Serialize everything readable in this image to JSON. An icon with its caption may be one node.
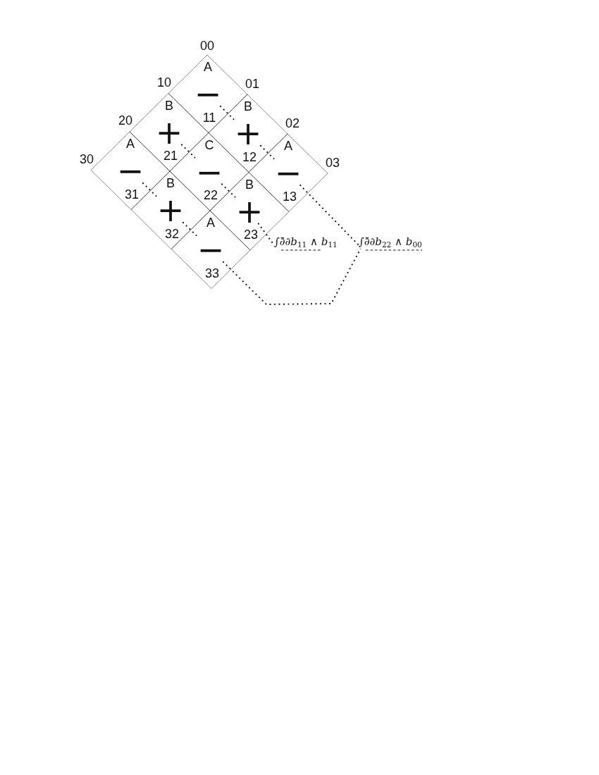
{
  "diagram": {
    "nodes": [
      {
        "text": [
          "A",
          "−"
        ]
      },
      {
        "text": [
          "B",
          "+"
        ]
      },
      {
        "text": [
          "B",
          "+"
        ]
      },
      {
        "text": [
          "A",
          "−"
        ]
      },
      {
        "text": [
          "C",
          "−"
        ]
      },
      {
        "text": [
          "A",
          "−"
        ]
      },
      {
        "text": [
          "B",
          "+"
        ]
      },
      {
        "text": [
          "B",
          "+"
        ]
      },
      {
        "text": [
          "A",
          "−"
        ]
      },
      {
        "text": [
          "∫∂̄∂*b*$_{11}$ ∧ *b*$_{11}$"
        ]
      },
      {
        "text": [
          "∫∂̄∂*b*$_{22}$ ∧ *b*$_{00}$"
        ]
      }
    ],
    "edges": [
      {
        "from": 0,
        "to": 2,
        "arrow": "none",
        "style": "dashed"
      },
      {
        "from": 2,
        "to": 5,
        "arrow": "none",
        "style": "dashed"
      },
      {
        "from": 5,
        "to": 10,
        "arrow": "none",
        "style": "dashed"
      },
      {
        "from": 1,
        "to": 4,
        "arrow": "none",
        "style": "dashed"
      },
      {
        "from": 4,
        "to": 7,
        "arrow": "none",
        "style": "dashed"
      },
      {
        "from": 7,
        "to": 9,
        "arrow": "none",
        "style": "dashed"
      },
      {
        "from": 3,
        "to": 6,
        "arrow": "none",
        "style": "dashed"
      },
      {
        "from": 6,
        "to": 8,
        "arrow": "none",
        "style": "dashed"
      },
      {
        "from": 8,
        "to": 10,
        "arrow": "none",
        "style": "dashed"
      }
    ],
    "labels": [
      "00",
      "10",
      "01",
      "20",
      "11",
      "02",
      "30",
      "21",
      "12",
      "03",
      "31",
      "22",
      "13",
      "32",
      "23",
      "33"
    ]
  }
}
